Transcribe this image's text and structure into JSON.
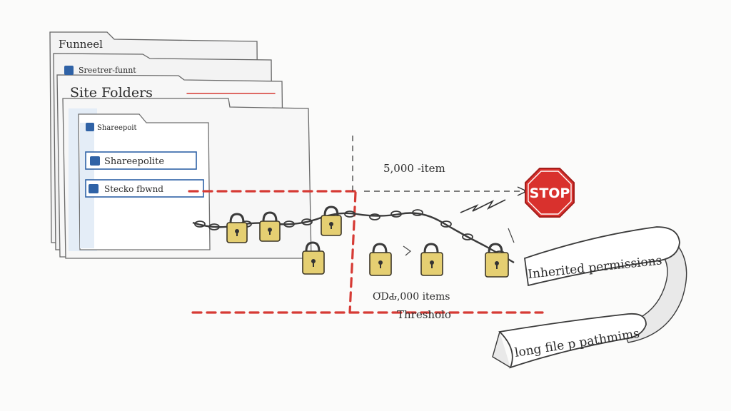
{
  "labels": {
    "funnel": "Funneel",
    "sharepoint_top": "Sreetrer-funnt",
    "site_folders": "Site Folders",
    "sharepoint_tab": "Shareepoit",
    "sharepoint_row": "Shareepolite",
    "site_row": "Stecko fbwnd",
    "item_limit": "5,000 -item",
    "threshold_count": "ƠDԂ,000 items",
    "threshold": "Thresholo",
    "stop": "STOP",
    "inherited": "Inherited permissions",
    "long_paths": "long file p pathmims"
  },
  "colors": {
    "threshold_line": "#d63a34",
    "lock": "#e5cf72",
    "sharepoint_blue": "#2f62a6",
    "stop_sign": "#d9312d"
  },
  "icons": [
    "sharepoint-icon",
    "padlock-icon",
    "chain-icon",
    "stop-sign-icon",
    "zigzag-arrow-icon"
  ]
}
